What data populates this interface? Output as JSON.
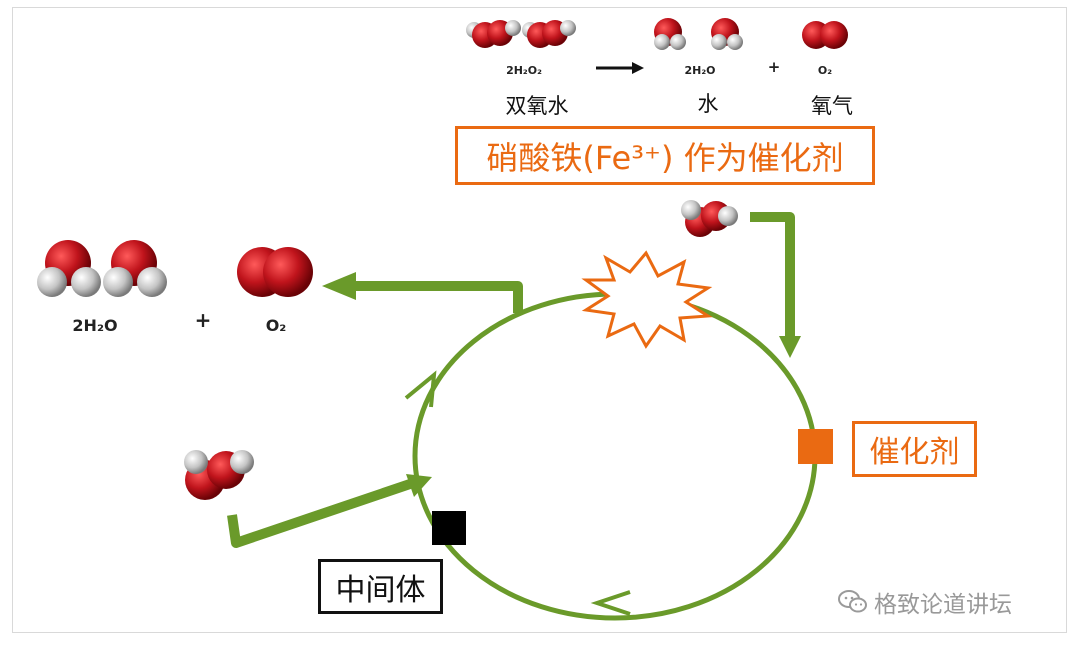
{
  "reaction": {
    "reactant_formula": "2H₂O₂",
    "product1_formula": "2H₂O",
    "product2_formula": "O₂",
    "plus": "+",
    "reactant_name": "双氧水",
    "product1_name": "水",
    "product2_name": "氧气"
  },
  "catalyst_title": "硝酸铁(Fe³⁺) 作为催化剂",
  "left_products": {
    "formula1": "2H₂O",
    "plus": "+",
    "formula2": "O₂"
  },
  "labels": {
    "catalyst": "催化剂",
    "intermediate": "中间体"
  },
  "watermark": "格致论道讲坛",
  "colors": {
    "cycle_green": "#6a9a2a",
    "catalyst_orange": "#ea6a12",
    "intermediate_black": "#000000",
    "oxygen_red": "#c0141c",
    "hydrogen_grey": "#bfbfbf"
  },
  "icons": {
    "explosion": "starburst-icon",
    "wechat": "wechat-icon"
  }
}
